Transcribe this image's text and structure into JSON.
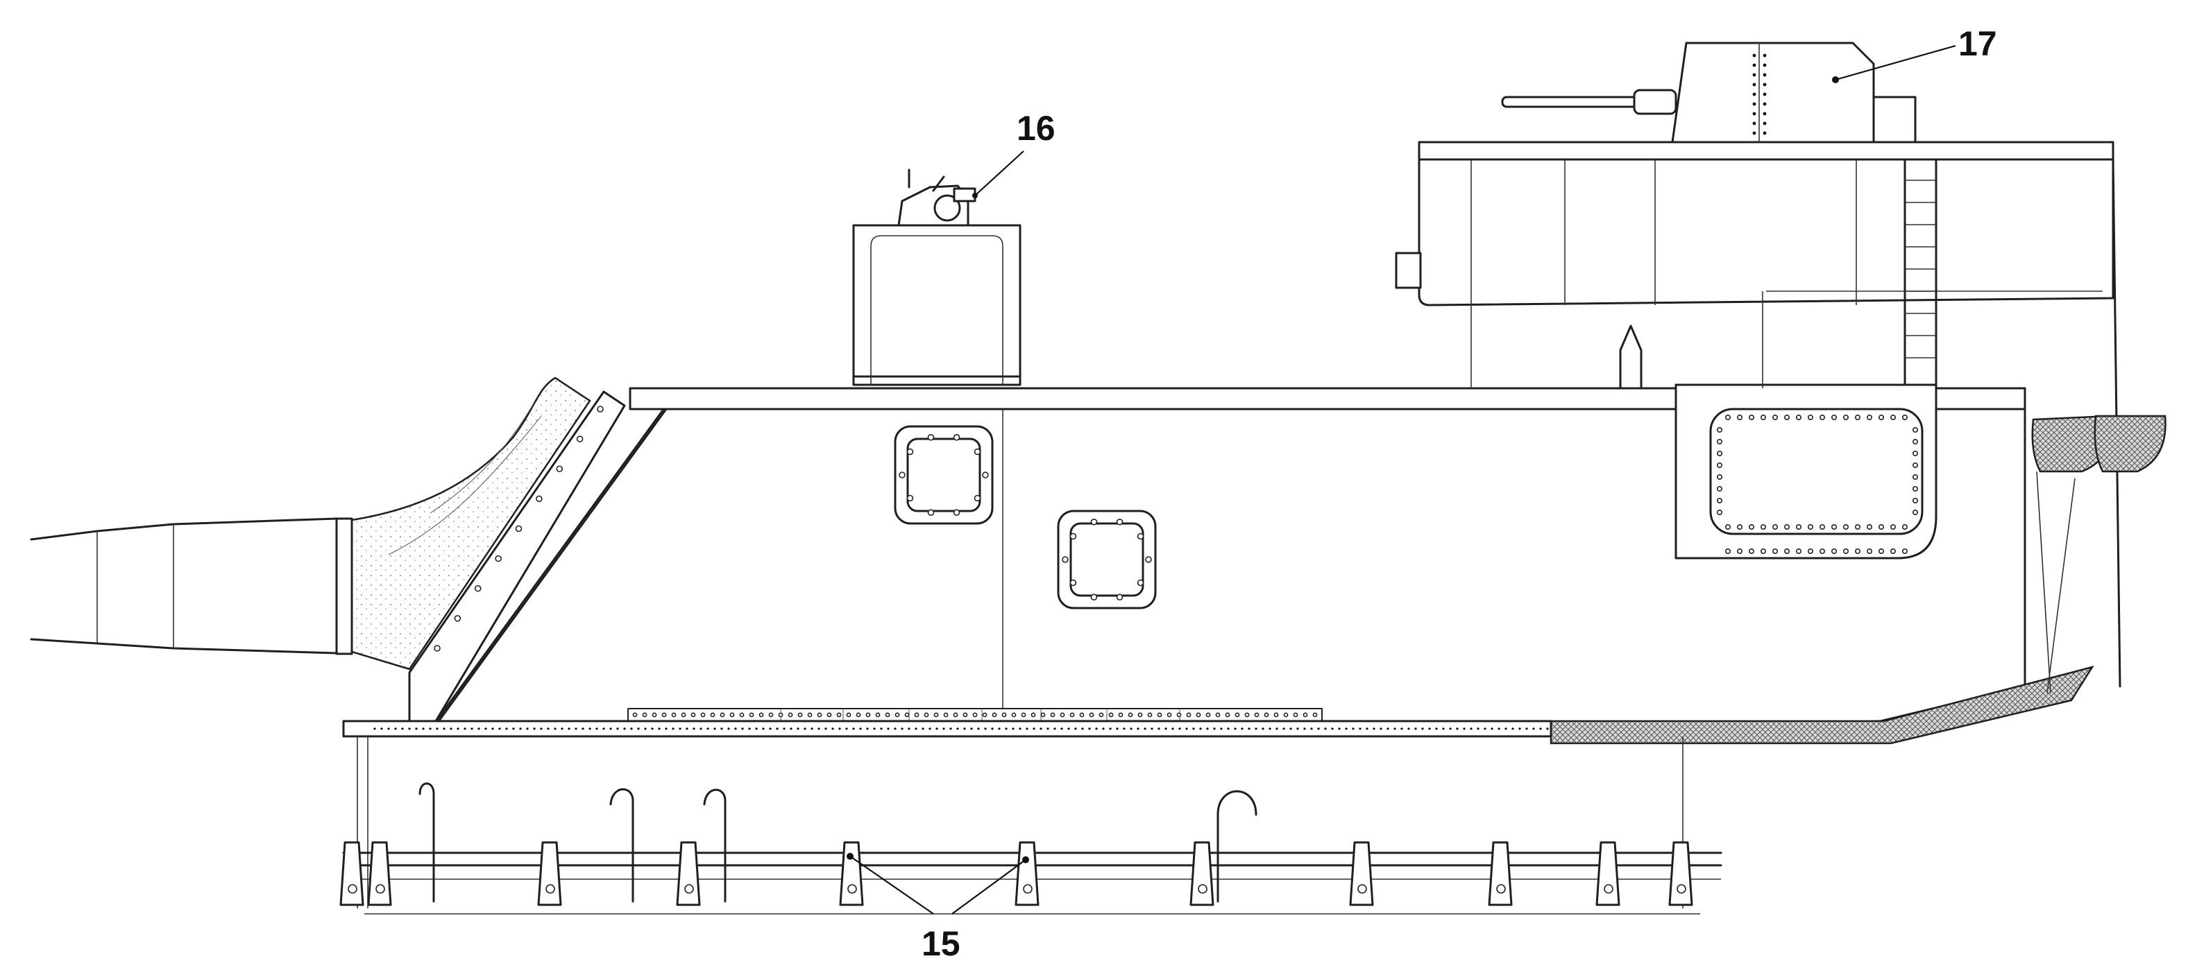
{
  "callouts": [
    {
      "label": "16"
    },
    {
      "label": "17"
    },
    {
      "label": "15"
    }
  ],
  "colors": {
    "line": "#1f1f1f",
    "fill": "#ffffff",
    "mesh": "#6a6a6a"
  }
}
